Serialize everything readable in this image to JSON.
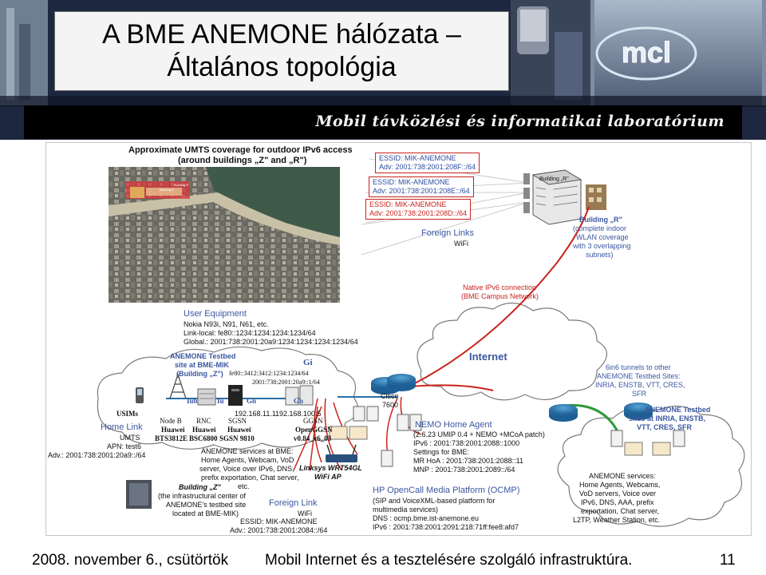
{
  "slide": {
    "title_line1": "A BME ANEMONE hálózata –",
    "title_line2": "Általános topológia",
    "lab_name": "Mobil távközlési és informatikai laboratórium",
    "logo_text": "mcl"
  },
  "footer": {
    "date": "2008. november 6., csütörtök",
    "event": "Mobil Internet és a tesztelésére szolgáló infrastruktúra.",
    "page": "11"
  },
  "diagram": {
    "coverage_line1": "Approximate UMTS coverage for outdoor IPv6 access",
    "coverage_line2": "(around buildings „Z\" and „R\")",
    "map_building_z": "Building Z",
    "map_building_r": "Building R",
    "essids": [
      {
        "name": "ESSID: MIK-ANEMONE",
        "adv": "Adv: 2001:738:2001:208F::/64"
      },
      {
        "name": "ESSID: MIK-ANEMONE",
        "adv": "Adv: 2001:738:2001:208E::/64"
      },
      {
        "name": "ESSID: MIK-ANEMONE",
        "adv": "Adv: 2001:738:2001:208D::/64"
      }
    ],
    "building_r_tag": "Building „R\"",
    "building_r_desc1": "Building „R\"",
    "building_r_desc2": "(complete indoor",
    "building_r_desc3": "WLAN coverage",
    "building_r_desc4": "with 3 overlapping",
    "building_r_desc5": "subnets)",
    "foreign_links_top": "Foreign Links",
    "wifi_top": "WiFi",
    "native_ipv6_1": "Native IPv6 connection",
    "native_ipv6_2": "(BME Campus Network)",
    "ue_title": "User Equipment",
    "ue_l1": "Nokia N93i, N91, N61, etc.",
    "ue_l2": "Link-local: fe80::1234:1234:1234:1234/64",
    "ue_l3": "Global.: 2001:738:2001:20a9:1234:1234:1234:1234/64",
    "testbed_1": "ANEMONE Testbed",
    "testbed_2": "site at BME-MIK",
    "testbed_3": "(Building „Z\")",
    "gi_label": "Gi",
    "gi_addr1": "fe80::3412:3412:1234:1234/64",
    "gi_addr2": "2001:738:2001:20a9::1/64",
    "internet": "Internet",
    "tunnels_1": "6in6 tunnels to other",
    "tunnels_2": "ANEMONE Testbed Sites:",
    "tunnels_3": "INRIA, ENSTB, VTT, CRES,",
    "tunnels_4": "SFR",
    "iface_iub": "Iub",
    "iface_iu": "Iu",
    "iface_gn": "Gn",
    "iface_gn2": "Gn",
    "usims": "USIMs",
    "ip_1": "192.168.11.1",
    "ip_2": "192.168.100.5",
    "nodeb_1": "Node B",
    "nodeb_2": "Huawei",
    "nodeb_3": "BTS3812E",
    "rnc_1": "RNC",
    "rnc_2": "Huawei",
    "rnc_3": "BSC6800",
    "sgsn_1": "SGSN",
    "sgsn_2": "Huawei",
    "sgsn_3": "SGSN 9810",
    "ggsn_1": "GGSN",
    "ggsn_2": "OpenGGSN",
    "ggsn_3": "v0.84_v6_03",
    "homelink_1": "Home Link",
    "homelink_2": "UMTS",
    "homelink_3": "APN: test6",
    "homelink_4": "Adv.: 2001:738:2001:20a9::/64",
    "cisco_1": "Cisco",
    "cisco_2": "7600",
    "svc_z_1": "ANEMONE services at BME:",
    "svc_z_2": "Home Agents, Webcam, VoD",
    "svc_z_3": "server, Voice over IPv6, DNS,",
    "svc_z_4": "prefix exportation, Chat server,",
    "svc_z_5": "etc.",
    "linksys_1": "Linksys WRT54GL",
    "linksys_2": "WiFi AP",
    "bz_1": "Building „Z\"",
    "bz_2": "(the infrastructural center of",
    "bz_3": "ANEMONE's testbed site",
    "bz_4": "located at BME-MIK)",
    "foreign_bottom_1": "Foreign Link",
    "foreign_bottom_2": "WiFi",
    "foreign_bottom_3": "ESSID: MIK-ANEMONE",
    "foreign_bottom_4": "Adv.: 2001:738:2001:2084::/64",
    "nemo_1": "NEMO Home Agent",
    "nemo_2": "(2.6.23 UMIP 0.4 + NEMO +MCoA patch)",
    "nemo_3": "IPv6 : 2001:738:2001:2088::1000",
    "nemo_4": "Settings for BME:",
    "nemo_5": "MR HoA : 2001:738:2001:2088::11",
    "nemo_6": "MNP : 2001:738:2001:2089::/64",
    "hp_1": "HP OpenCall Media Platform (OCMP)",
    "hp_2": "(SIP and VoiceXML-based platform for",
    "hp_3": "multimedia services)",
    "hp_4": "DNS : ocmp.bme.ist-anemone.eu",
    "hp_5": "IPv6 : 2001:738:2001:2091:218:71ff:fee8:afd7",
    "remote_1": "ANEMONE Testbed",
    "remote_2": "sites at INRIA, ENSTB,",
    "remote_3": "VTT, CRES, SFR",
    "remote_svc_1": "ANEMONE services:",
    "remote_svc_2": "Home Agents, Webcams,",
    "remote_svc_3": "VoD servers, Voice over",
    "remote_svc_4": "IPv6, DNS, AAA, prefix",
    "remote_svc_5": "exportation, Chat server,",
    "remote_svc_6": "L2TP, Weather Station, etc."
  },
  "colors": {
    "accent_red": "#c8241e",
    "accent_blue": "#3a57a0",
    "router_blue": "#2a6fa8",
    "link_green": "#2e9b3a"
  }
}
